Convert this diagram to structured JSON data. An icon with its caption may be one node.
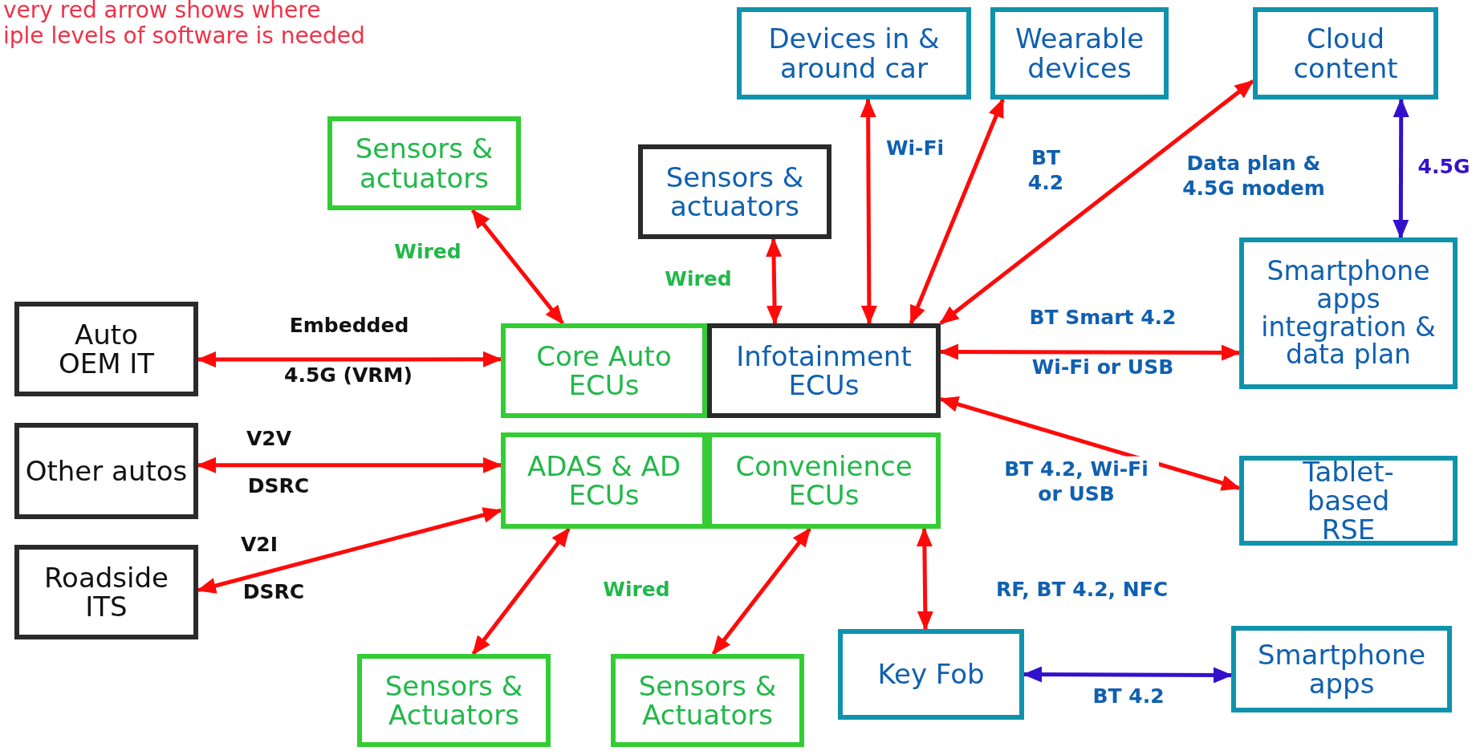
{
  "diagram": {
    "nodes": [
      {
        "text": [
          "Sensors & actuators"
        ]
      },
      {
        "text": [
          "Devices in & around car"
        ]
      },
      {
        "text": [
          "Wearable devices"
        ]
      },
      {
        "text": [
          "Cloud content"
        ]
      },
      {
        "text": [
          "Sensors & actuators"
        ]
      },
      {
        "text": [
          "Auto OEM IT"
        ]
      },
      {
        "text": [
          "Core Auto ECUs"
        ]
      },
      {
        "text": [
          "Infotainment ECUs"
        ]
      },
      {
        "text": [
          "Smartphone apps integration & data plan"
        ]
      },
      {
        "text": [
          "Other autos"
        ]
      },
      {
        "text": [
          "ADAS & AD ECUs"
        ]
      },
      {
        "text": [
          "Convenience ECUs"
        ]
      },
      {
        "text": [
          "Tablet-based RSE"
        ]
      },
      {
        "text": [
          "Roadside ITS"
        ]
      },
      {
        "text": [
          "Key Fob"
        ]
      },
      {
        "text": [
          "Smartphone apps"
        ]
      },
      {
        "text": [
          "Sensors & Actuators"
        ]
      },
      {
        "text": [
          "Sensors & Actuators"
        ]
      }
    ],
    "edges": [
      {
        "from": 0,
        "to": 6,
        "arrow": "both",
        "label": "Wired"
      },
      {
        "from": 4,
        "to": 7,
        "arrow": "both",
        "label": "Wired"
      },
      {
        "from": 1,
        "to": 7,
        "arrow": "both",
        "label": "Wi-Fi"
      },
      {
        "from": 7,
        "to": 2,
        "arrow": "both",
        "label": "BT 4.2"
      },
      {
        "from": 7,
        "to": 3,
        "arrow": "both",
        "label": "Data plan & 4.5G modem"
      },
      {
        "from": 3,
        "to": 8,
        "arrow": "both",
        "label": "4.5G",
        "color": "#3311cc"
      },
      {
        "from": 5,
        "to": 6,
        "arrow": "both",
        "label": "Embedded"
      },
      {
        "from": 7,
        "to": 8,
        "arrow": "both",
        "label": "BT Smart 4.2"
      },
      {
        "from": 9,
        "to": 10,
        "arrow": "both",
        "label": "V2V"
      },
      {
        "from": 7,
        "to": 12,
        "arrow": "both",
        "label": "BT 4.2, Wi-Fi or USB"
      },
      {
        "from": 13,
        "to": 10,
        "arrow": "both",
        "label": "V2I"
      },
      {
        "from": 10,
        "to": 16,
        "arrow": "both",
        "label": "Wired"
      },
      {
        "from": 11,
        "to": 17,
        "arrow": "both"
      },
      {
        "from": 11,
        "to": 14,
        "arrow": "both",
        "label": "RF, BT 4.2,  NFC"
      },
      {
        "from": 14,
        "to": 15,
        "arrow": "both",
        "label": "BT 4.2",
        "color": "#3311cc"
      }
    ],
    "labels": [
      "very red arrow shows where",
      "iple levels of software is needed",
      "4.5G (VRM)",
      "Wi-Fi or USB",
      "DSRC",
      "DSRC"
    ]
  }
}
